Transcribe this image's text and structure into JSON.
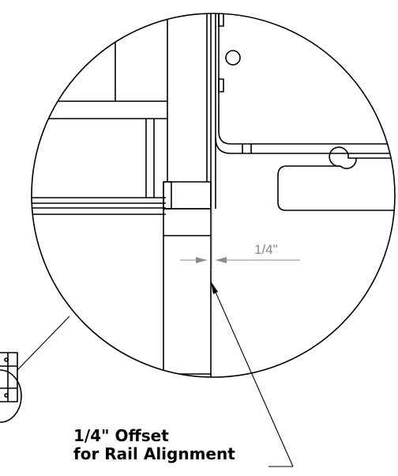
{
  "dimension": {
    "value": "1/4\""
  },
  "callout": {
    "line1": "1/4\" Offset",
    "line2": "for Rail Alignment"
  }
}
